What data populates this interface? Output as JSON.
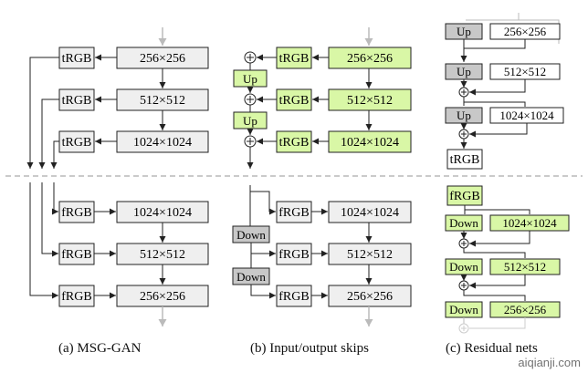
{
  "colors": {
    "gray_fill": "#efefef",
    "green_fill": "#d9f7a6",
    "dark_gray_fill": "#c8c8c8",
    "stroke": "#222222",
    "faint_arrow": "#bbbbbb",
    "divider": "#aaaaaa"
  },
  "panel_a": {
    "caption": "(a) MSG-GAN",
    "top_resolutions": [
      "256×256",
      "512×512",
      "1024×1024"
    ],
    "bottom_resolutions": [
      "1024×1024",
      "512×512",
      "256×256"
    ],
    "to_rgb": "tRGB",
    "from_rgb": "fRGB"
  },
  "panel_b": {
    "caption": "(b) Input/output skips",
    "top_resolutions": [
      "256×256",
      "512×512",
      "1024×1024"
    ],
    "bottom_resolutions": [
      "1024×1024",
      "512×512",
      "256×256"
    ],
    "to_rgb": "tRGB",
    "from_rgb": "fRGB",
    "up": "Up",
    "down": "Down"
  },
  "panel_c": {
    "caption": "(c) Residual nets",
    "top_resolutions": [
      "256×256",
      "512×512",
      "1024×1024"
    ],
    "bottom_resolutions": [
      "1024×1024",
      "512×512",
      "256×256"
    ],
    "to_rgb": "tRGB",
    "from_rgb": "fRGB",
    "up": "Up",
    "down": "Down"
  },
  "watermark": "aiqianji.com"
}
